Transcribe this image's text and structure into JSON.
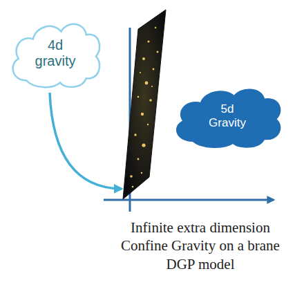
{
  "diagram": {
    "caption": "Infinite extra dimension Confine Gravity on a brane DGP model",
    "nodes": [
      {
        "text": [
          "4d gravity"
        ]
      },
      {
        "text": [
          "5d Gravity"
        ]
      }
    ]
  }
}
